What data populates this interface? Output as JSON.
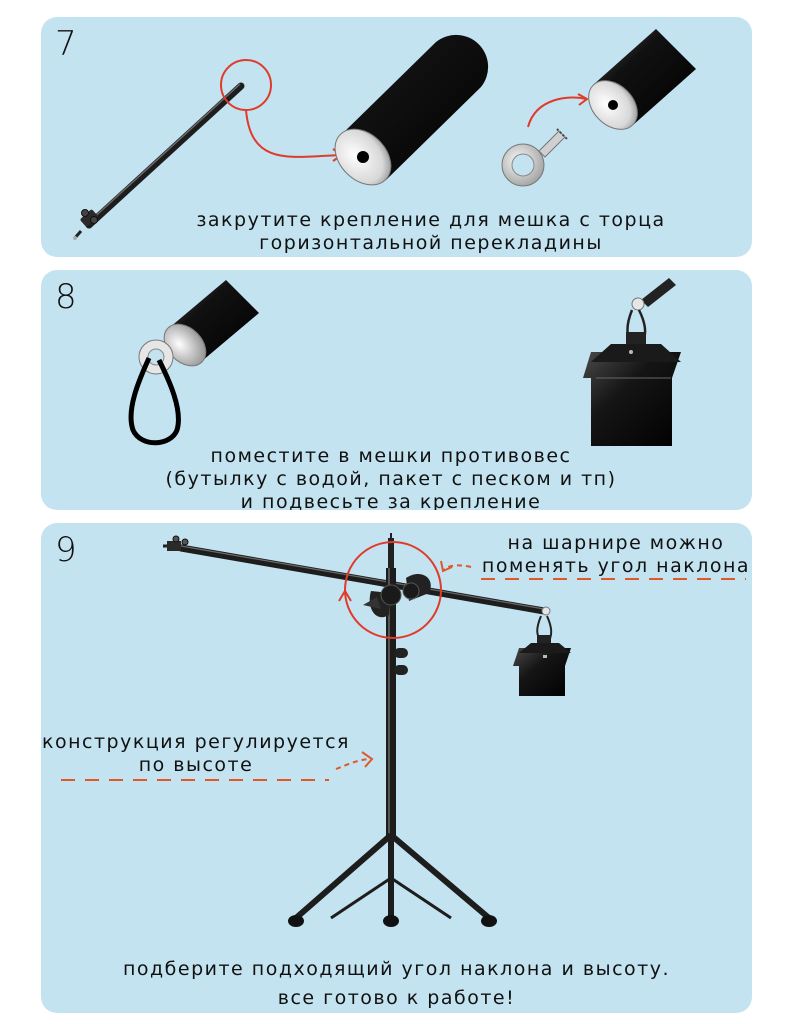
{
  "steps": [
    {
      "number": "7",
      "caption": [
        "закрутите крепление для мешка с торца",
        "горизонтальной перекладины"
      ]
    },
    {
      "number": "8",
      "caption": [
        "поместите в мешки противовес",
        "(бутылку с водой, пакет с песком и тп)",
        "и подвесьте за крепление"
      ]
    },
    {
      "number": "9",
      "caption": [
        "подберите подходящий угол наклона и высоту.",
        "все готово к работе!"
      ],
      "note_hinge": [
        "на шарнире можно",
        "поменять угол наклона"
      ],
      "note_height": [
        "конструкция регулируется",
        "по высоте"
      ]
    }
  ],
  "colors": {
    "panel_bg": "#c4e3f0",
    "accent_red": "#e03a2a",
    "note_dash": "#e0572a",
    "metal_dark": "#1d1d1d"
  }
}
